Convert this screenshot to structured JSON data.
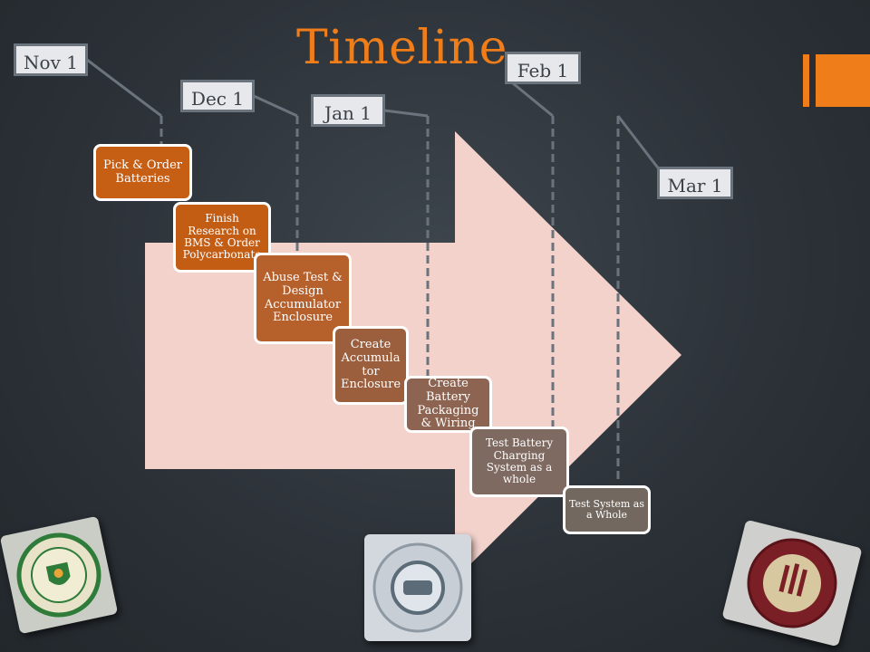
{
  "title": "Timeline",
  "colors": {
    "accent": "#ef7d1a",
    "arrow": "#f2d2cb",
    "connector": "#6b737c",
    "date_bg": "#e6e8eb"
  },
  "dates": {
    "nov": "Nov 1",
    "dec": "Dec 1",
    "jan": "Jan 1",
    "feb": "Feb 1",
    "mar": "Mar 1"
  },
  "tasks": {
    "t1": "Pick & Order Batteries",
    "t2": "Finish Research on BMS & Order Polycarbonate",
    "t3": "Abuse Test & Design Accumulator Enclosure",
    "t4": "Create Accumula tor Enclosure",
    "t5": "Create Battery Packaging & Wiring",
    "t6": "Test Battery Charging System as a whole",
    "t7": "Test System as a Whole"
  },
  "logos": {
    "famu_icon": "famu-seal",
    "coe_icon": "college-of-engineering-seal",
    "fsu_icon": "fsu-seal"
  }
}
